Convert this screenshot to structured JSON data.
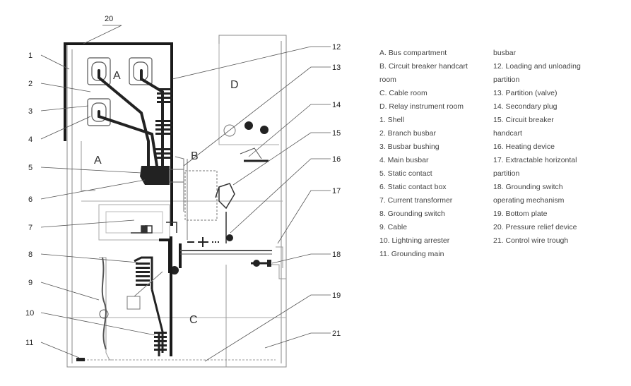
{
  "callouts": [
    "20",
    "1",
    "2",
    "3",
    "4",
    "5",
    "6",
    "7",
    "8",
    "9",
    "10",
    "11",
    "12",
    "13",
    "14",
    "15",
    "16",
    "17",
    "18",
    "19",
    "21"
  ],
  "rooms": {
    "a_upper": "A",
    "a_lower": "A",
    "b": "B",
    "c": "C",
    "d": "D"
  },
  "legend_col1": [
    "A. Bus compartment",
    "B. Circuit breaker handcart",
    "room",
    "C. Cable room",
    "D. Relay instrument room",
    "1. Shell",
    "2. Branch busbar",
    "3. Busbar bushing",
    "4. Main busbar",
    "5. Static contact",
    "6. Static contact box",
    "7. Current transformer",
    "8. Grounding switch",
    "9. Cable",
    "10. Lightning arrester",
    "11. Grounding main"
  ],
  "legend_col2": [
    "busbar",
    "12. Loading and unloading",
    "partition",
    "13. Partition (valve)",
    "14. Secondary plug",
    "15. Circuit breaker",
    "handcart",
    "16. Heating device",
    "17. Extractable horizontal",
    "partition",
    "18. Grounding switch",
    "operating mechanism",
    "19. Bottom plate",
    "20. Pressure relief device",
    "21. Control wire trough"
  ]
}
